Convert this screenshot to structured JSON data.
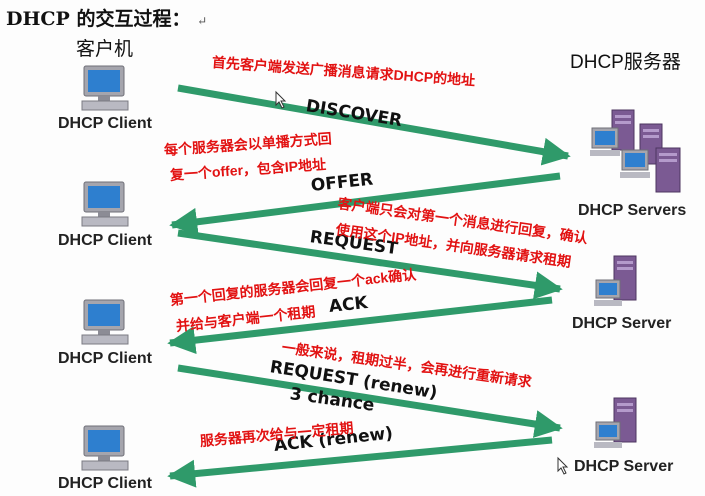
{
  "title": "DHCP 的交互过程：",
  "title_mark": "↵",
  "client_header": "客户机",
  "server_header": "DHCP服务器",
  "clients": [
    {
      "label": "DHCP Client"
    },
    {
      "label": "DHCP Client"
    },
    {
      "label": "DHCP Client"
    },
    {
      "label": "DHCP Client"
    }
  ],
  "servers": [
    {
      "label": "DHCP Servers"
    },
    {
      "label": "DHCP Server"
    },
    {
      "label": "DHCP Server"
    }
  ],
  "messages": [
    {
      "label": "DISCOVER"
    },
    {
      "label": "OFFER"
    },
    {
      "label": "REQUEST"
    },
    {
      "label": "ACK"
    },
    {
      "label": "REQUEST (renew)"
    },
    {
      "label": "3 chance"
    },
    {
      "label": "ACK (renew)"
    }
  ],
  "notes": [
    "首先客户端发送广播消息请求DHCP的地址",
    "每个服务器会以单播方式回",
    "复一个offer，包含IP地址",
    "客户端只会对第一个消息进行回复，确认",
    "使用这个IP地址，并向服务器请求租期",
    "第一个回复的服务器会回复一个ack确认",
    "并给与客户端一个租期",
    "一般来说，租期过半，会再进行重新请求",
    "服务器再次给与一定租期"
  ],
  "colors": {
    "arrow": "#2f9a6a",
    "note": "#e21212",
    "monitor_frame": "#9a9aa2",
    "monitor_screen": "#2e7fcf",
    "tower": "#7b5a93"
  }
}
